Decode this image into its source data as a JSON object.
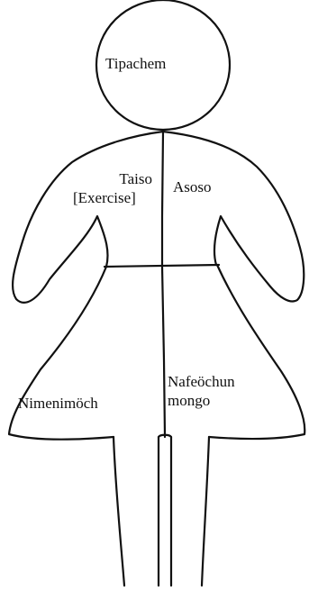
{
  "regions": {
    "head": "Tipachem",
    "upper_left": "Taiso",
    "upper_left_gloss": "[Exercise]",
    "upper_right": "Asoso",
    "lower_left": "Nimenimöch",
    "lower_right_line1": "Nafeöchun",
    "lower_right_line2": "mongo"
  },
  "colors": {
    "ink": "#111111",
    "background": "#ffffff"
  }
}
